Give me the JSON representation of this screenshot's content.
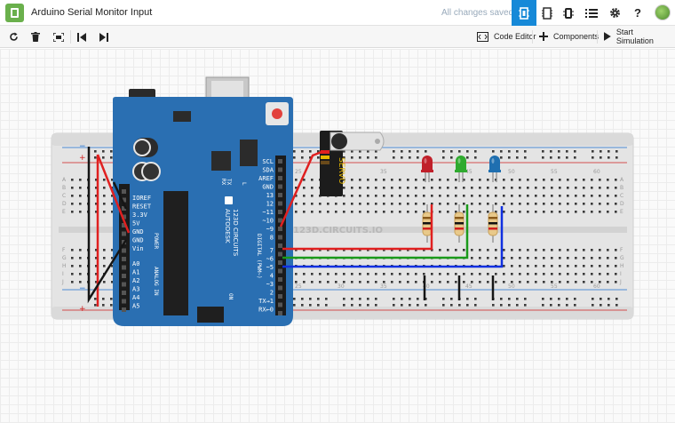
{
  "window": {
    "title": "Arduino Serial Monitor Input",
    "save_status": "All changes saved"
  },
  "top_icons": [
    "circuit-view-icon",
    "schematic-view-icon",
    "component-list-icon",
    "bill-of-materials-icon",
    "settings-icon",
    "help-icon",
    "user-avatar"
  ],
  "toolbar": {
    "code_editor": "Code Editor",
    "components": "Components",
    "start_simulation": "Start Simulation"
  },
  "board": {
    "brand_line1": "AUTODESK",
    "brand_line2": "123D CIRCUITS",
    "on_label": "ON",
    "l_label": "L",
    "tx_label": "TX",
    "rx_label": "RX",
    "power_pins": [
      "IOREF",
      "RESET",
      "3.3V",
      "5V",
      "GND",
      "GND",
      "Vin"
    ],
    "power_label": "POWER",
    "analog_pins": [
      "A0",
      "A1",
      "A2",
      "A3",
      "A4",
      "A5"
    ],
    "analog_label": "ANALOG IN",
    "digital_top_pins": [
      "SCL",
      "SDA",
      "AREF",
      "GND",
      "13",
      "12",
      "~11",
      "~10",
      "~9",
      "8"
    ],
    "digital_bottom_pins": [
      "7",
      "~6",
      "~5",
      "4",
      "~3",
      "2",
      "TX→1",
      "RX←0"
    ],
    "digital_label": "DIGITAL (PWM~)"
  },
  "breadboard": {
    "watermark": "123D.CIRCUITS.IO",
    "col_numbers": [
      "25",
      "30",
      "35",
      "40",
      "45",
      "50",
      "55",
      "60"
    ],
    "row_letters_top": [
      "A",
      "B",
      "C",
      "D",
      "E"
    ],
    "row_letters_bottom": [
      "F",
      "G",
      "H",
      "I",
      "J"
    ]
  },
  "servo": {
    "label": "SERVO"
  },
  "leds": [
    {
      "color": "red",
      "hex": "#c0202a"
    },
    {
      "color": "green",
      "hex": "#2faa2f"
    },
    {
      "color": "blue",
      "hex": "#1f6fb0"
    }
  ],
  "wire_colors": {
    "red": "#e02020",
    "black": "#151515",
    "green": "#1a9a1a",
    "blue": "#1030e0"
  },
  "colors": {
    "accent": "#1689d8",
    "board": "#2a6fb2",
    "breadboard": "#e6e6e6"
  }
}
